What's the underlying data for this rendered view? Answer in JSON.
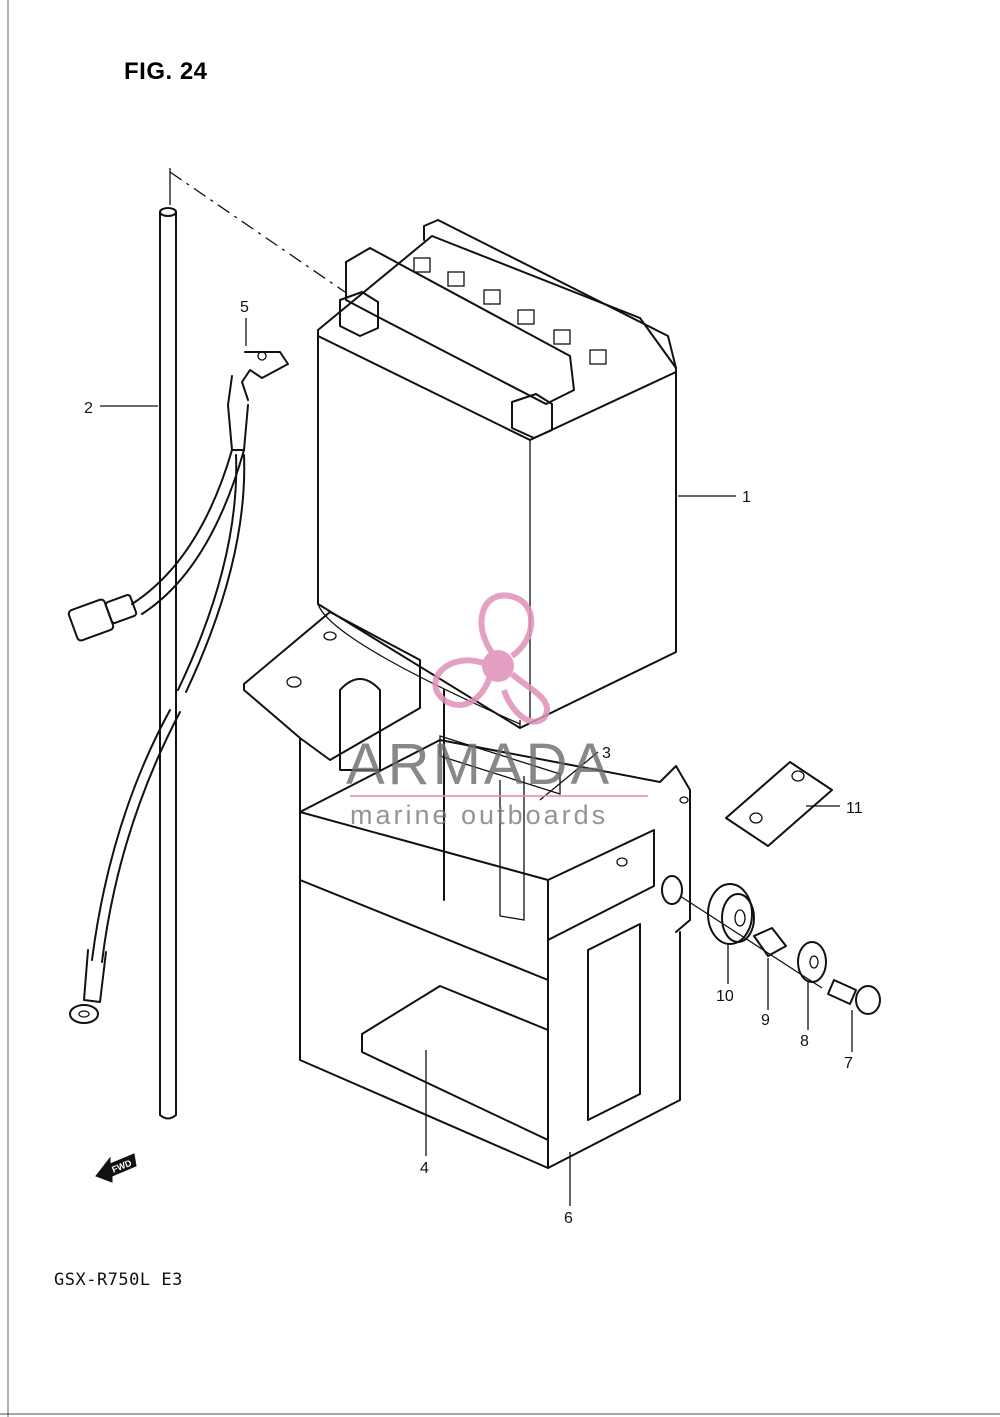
{
  "figure": {
    "title": "FIG. 24",
    "model": "GSX-R750L  E3"
  },
  "callouts": [
    {
      "id": "1",
      "label": "1"
    },
    {
      "id": "2",
      "label": "2"
    },
    {
      "id": "3",
      "label": "3"
    },
    {
      "id": "4",
      "label": "4"
    },
    {
      "id": "5",
      "label": "5"
    },
    {
      "id": "6",
      "label": "6"
    },
    {
      "id": "7",
      "label": "7"
    },
    {
      "id": "8",
      "label": "8"
    },
    {
      "id": "9",
      "label": "9"
    },
    {
      "id": "10",
      "label": "10"
    },
    {
      "id": "11",
      "label": "11"
    }
  ],
  "direction_marker": {
    "label": "FWD"
  },
  "watermark": {
    "brand": "ARMADA",
    "tagline": "marine outboards",
    "color": "#e090b8"
  }
}
